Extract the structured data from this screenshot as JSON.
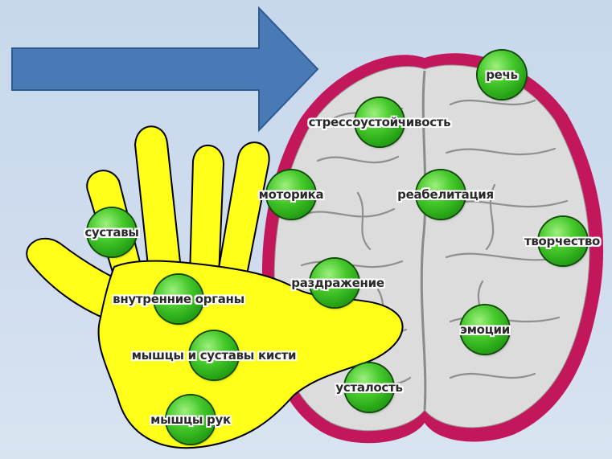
{
  "colors": {
    "background": "#c8d8ec",
    "arrow_fill": "#4a7ab5",
    "arrow_stroke": "#2f5b94",
    "hand": "#ffff1a",
    "brain": "#dcdcdc",
    "brain_outline": "#c2185b",
    "node": "#3fbf2a"
  },
  "nodes": [
    {
      "id": "rech",
      "label": "речь"
    },
    {
      "id": "stress",
      "label": "стрессоустойчивость"
    },
    {
      "id": "motorika",
      "label": "моторика"
    },
    {
      "id": "reabilitaciya",
      "label": "реабелитация"
    },
    {
      "id": "sustavy",
      "label": "суставы"
    },
    {
      "id": "tvorchestvo",
      "label": "творчество"
    },
    {
      "id": "razdrazhenie",
      "label": "раздражение"
    },
    {
      "id": "organy",
      "label": "внутренние органы"
    },
    {
      "id": "emocii",
      "label": "эмоции"
    },
    {
      "id": "kisti",
      "label": "мышцы и суставы кисти"
    },
    {
      "id": "ustalost",
      "label": "усталость"
    },
    {
      "id": "ruki",
      "label": "мышцы рук"
    }
  ]
}
